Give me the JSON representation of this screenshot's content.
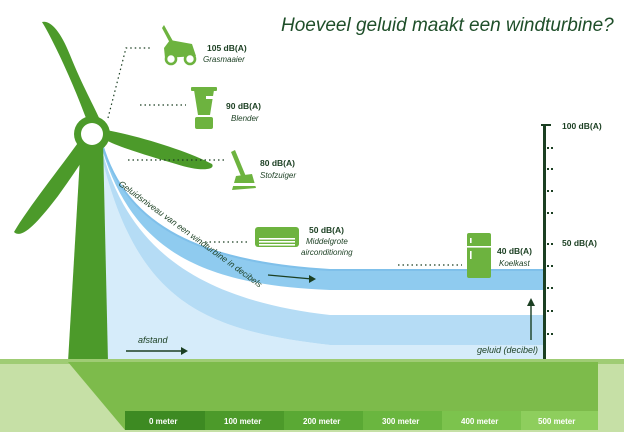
{
  "title": "Hoeveel geluid maakt een windturbine?",
  "items": [
    {
      "icon": "lawnmower-icon",
      "value": "105 dB(A)",
      "name": "Grasmaaier"
    },
    {
      "icon": "blender-icon",
      "value": "90 dB(A)",
      "name": "Blender"
    },
    {
      "icon": "vacuum-cleaner-icon",
      "value": "80 dB(A)",
      "name": "Stofzuiger"
    },
    {
      "icon": "air-conditioner-icon",
      "value": "50 dB(A)",
      "name_line1": "Middelgrote",
      "name_line2": "airconditioning"
    },
    {
      "icon": "fridge-icon",
      "value": "40 dB(A)",
      "name": "Koelkast"
    }
  ],
  "scale": {
    "top_label": "100 dB(A)",
    "mid_label": "50 dB(A)",
    "axis_label": "geluid (decibel)"
  },
  "curve_label": "Geluidsniveau van een windturbine in decibels",
  "distance_label": "afstand",
  "distances": [
    "0 meter",
    "100 meter",
    "200 meter",
    "300 meter",
    "400 meter",
    "500 meter"
  ],
  "colors": {
    "turbine": "#4c9a2a",
    "ground": "#6db33f",
    "ground_light": "#c6e0a6",
    "band_dark": "#8fcbef",
    "band_mid": "#b5dcf5",
    "band_light": "#d6ecfa",
    "text_dark": "#1b3f22"
  }
}
